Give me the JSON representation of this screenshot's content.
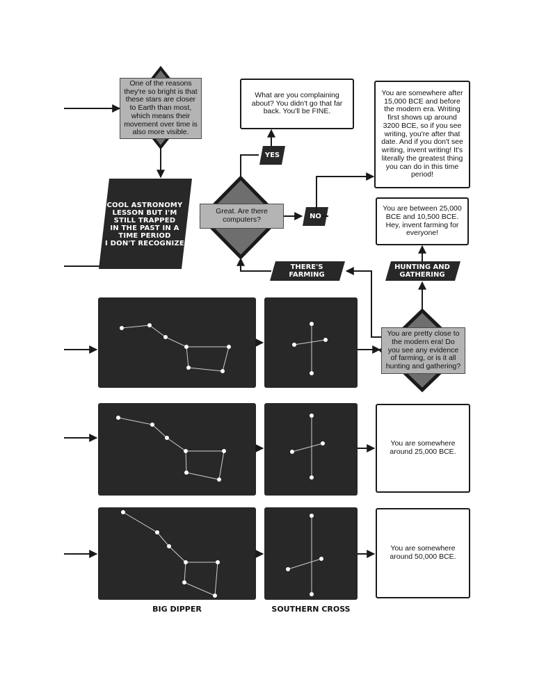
{
  "boxes": {
    "bright_stars": "One of the reasons they're so bright is that these stars are closer to Earth than most, which means their movement over time is also more visible.",
    "complaining": "What are you complaining about? You didn't go that far back. You'll be FINE.",
    "after_15000": "You are somewhere after 15,000 BCE and before the modern era. Writing first shows up around 3200 BCE, so if you see writing, you're after that date. And if you don't see writing, invent writing! It's literally the greatest thing you can do in this time period!",
    "between_25000": "You are between 25,000 BCE and 10,500 BCE. Hey, invent farming for everyone!",
    "computers_question": "Great. Are there computers?",
    "modern_era_question": "You are pretty close to the modern era! Do you see any evidence of farming, or is it all hunting and gathering?",
    "around_25000": "You are somewhere around 25,000 BCE.",
    "around_50000": "You are somewhere around 50,000 BCE."
  },
  "labels": {
    "astronomy_lesson": "COOL ASTRONOMY\nLESSON BUT I'M\nSTILL TRAPPED\nIN THE PAST IN A\nTIME PERIOD\nI DON'T RECOGNIZE",
    "yes": "YES",
    "no": "NO",
    "farming": "THERE'S FARMING",
    "hunting": "HUNTING AND GATHERING"
  },
  "captions": {
    "big_dipper": "BIG DIPPER",
    "southern_cross": "SOUTHERN CROSS"
  },
  "colors": {
    "dark_panel": "#282828",
    "diamond_fill": "#6e6e6e",
    "gray_box": "#b4b4b4",
    "line": "#1a1a1a"
  }
}
